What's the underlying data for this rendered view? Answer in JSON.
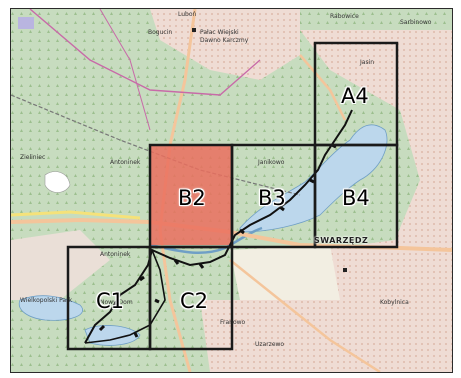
{
  "map": {
    "colors": {
      "forest": "#c7dcbf",
      "forest_dark": "#b5cfa9",
      "urban": "#efdcd4",
      "water": "#bcd7ec",
      "water_edge": "#6f9fc6",
      "highlight": "#ea6f5e",
      "grid": "#1a1a1a",
      "road_major": "#f4c59b",
      "road_yellow": "#f5e27a",
      "boundary": "#c86aa8",
      "route": "#111111"
    },
    "town_label": "SWARZĘDZ",
    "text_labels": [
      "Luboń",
      "Bogucin",
      "Pałac Wiejski",
      "Dawno Karczmy",
      "Antoninek",
      "Antoninek",
      "Wielkopolski Park",
      "Nowy Dom",
      "Zieliniec",
      "Janikowo",
      "Uzarzewo",
      "Rabowice",
      "Jasin",
      "Sarbinowo",
      "Kobylnica",
      "Franowo"
    ],
    "highlighted_cell": "B2",
    "cells": [
      {
        "id": "A4",
        "label": "A4"
      },
      {
        "id": "B2",
        "label": "B2"
      },
      {
        "id": "B3",
        "label": "B3"
      },
      {
        "id": "B4",
        "label": "B4"
      },
      {
        "id": "C1",
        "label": "C1"
      },
      {
        "id": "C2",
        "label": "C2"
      }
    ]
  }
}
